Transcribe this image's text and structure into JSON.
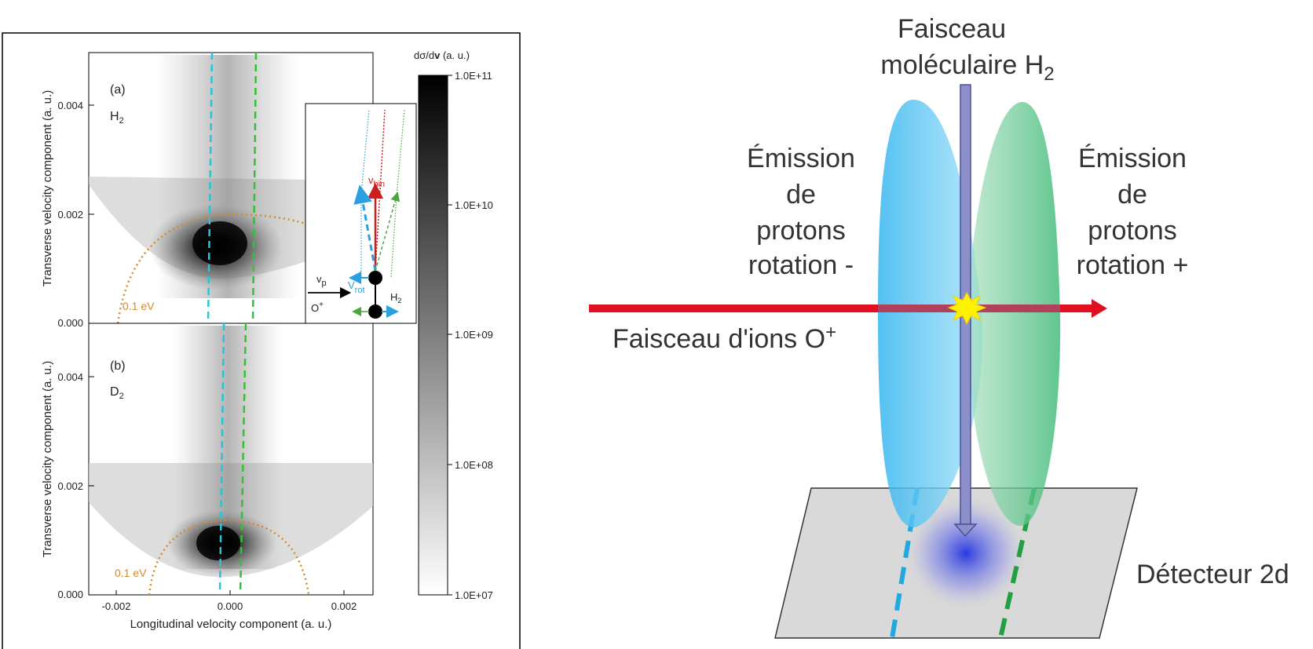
{
  "left_panel": {
    "panel_a": {
      "letter": "(a)",
      "molecule": "H",
      "sub": "2",
      "yticks": [
        "0.004",
        "0.002",
        "0.000"
      ]
    },
    "panel_b": {
      "letter": "(b)",
      "molecule": "D",
      "sub": "2",
      "yticks": [
        "0.004",
        "0.002",
        "0.000"
      ]
    },
    "energy_label": "0.1 eV",
    "ylabel": "Transverse velocity component (a. u.)",
    "xlabel": "Longitudinal velocity component (a. u.)",
    "xticks": [
      "-0.002",
      "0.000",
      "0.002"
    ],
    "colorbar": {
      "title_pre": "dσ/d",
      "title_bold": "v",
      "title_post": " (a. u.)",
      "ticks": [
        "1.0E+11",
        "1.0E+10",
        "1.0E+09",
        "1.0E+08",
        "1.0E+07"
      ]
    },
    "inset": {
      "vbin": "v",
      "vbin_sub": "bin",
      "vp": "v",
      "vp_sub": "p",
      "vrot": "V",
      "vrot_sub": "rot",
      "ion": "O",
      "ion_sup": "+",
      "mol": "H",
      "mol_sub": "2"
    },
    "colors": {
      "cyan": "#29c4d8",
      "green": "#35c135",
      "orange": "#d4892a",
      "red": "#c82020",
      "blue": "#2aa0e0"
    }
  },
  "right_panel": {
    "beam_top_line1": "Faisceau",
    "beam_top_line2": "moléculaire H",
    "beam_top_sub": "2",
    "left_emission": [
      "Émission",
      "de",
      "protons",
      "rotation -"
    ],
    "right_emission": [
      "Émission",
      "de",
      "protons",
      "rotation +"
    ],
    "ion_beam": "Faisceau d'ions O",
    "ion_beam_sup": "+",
    "detector": "Détecteur 2d",
    "colors": {
      "ion_beam": "#e01020",
      "left_lobe": "#5ec8f0",
      "right_lobe": "#5cc88a",
      "mol_beam": "#8b90c8",
      "flash": "#ffee00",
      "detector": "#d9d9d9"
    }
  }
}
